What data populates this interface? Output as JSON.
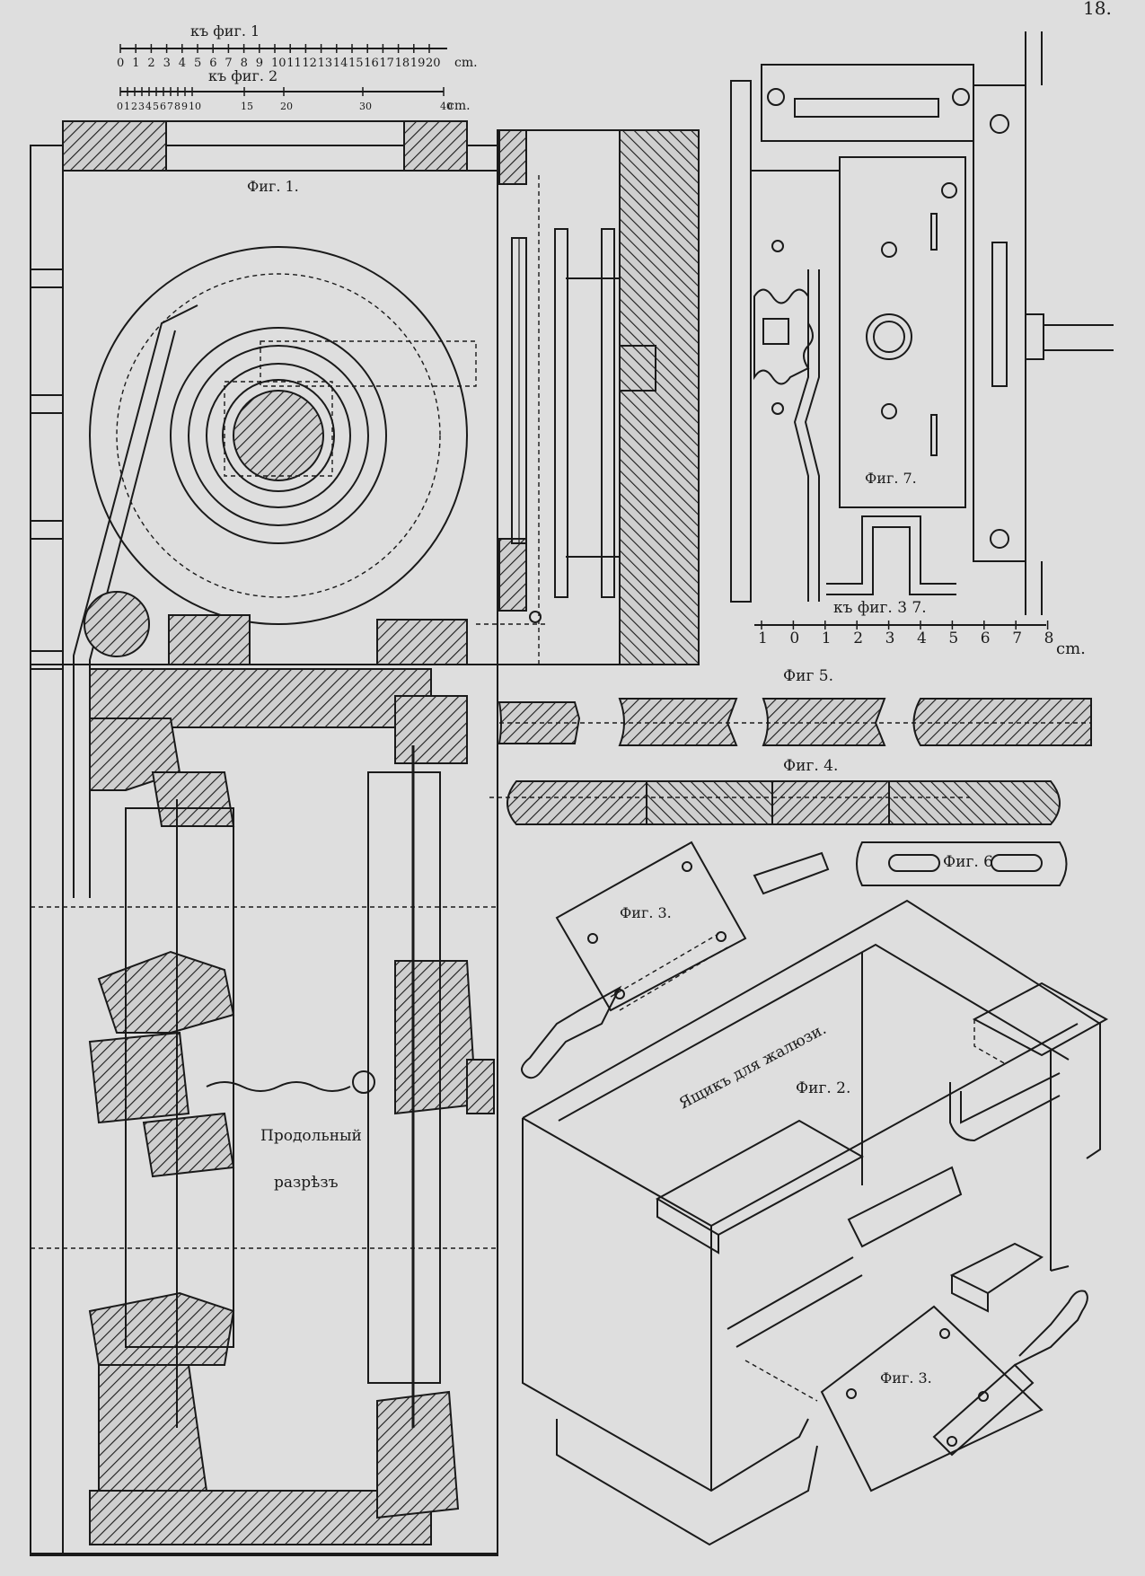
{
  "page_number": "18.",
  "scales": {
    "fig1": {
      "title": "къ фиг. 1",
      "ticks": [
        "0",
        "1",
        "2",
        "3",
        "4",
        "5",
        "6",
        "7",
        "8",
        "9",
        "10",
        "11",
        "12",
        "13",
        "14",
        "15",
        "16",
        "17",
        "18",
        "19",
        "20"
      ],
      "unit": "cm."
    },
    "fig2": {
      "title": "къ фиг. 2",
      "ticks": [
        "0",
        "1",
        "2",
        "3",
        "4",
        "5",
        "6",
        "7",
        "8",
        "9",
        "10",
        "15",
        "20",
        "30",
        "40"
      ],
      "unit": "cm."
    },
    "fig37": {
      "title": "къ фиг. 3 7.",
      "ticks": [
        "1",
        "0",
        "1",
        "2",
        "3",
        "4",
        "5",
        "6",
        "7",
        "8"
      ],
      "unit": "cm."
    }
  },
  "figures": {
    "fig1": "Фиг. 1.",
    "fig2": "Фиг. 2.",
    "fig3a": "Фиг. 3.",
    "fig3b": "Фиг. 3.",
    "fig4": "Фиг. 4.",
    "fig5": "Фиг 5.",
    "fig6": "Фиг. 6",
    "fig7": "Фиг. 7."
  },
  "annotations": {
    "section_line1": "Продольный",
    "section_line2": "разрѣзъ",
    "box_label": "Ящикъ для жалюзи."
  }
}
